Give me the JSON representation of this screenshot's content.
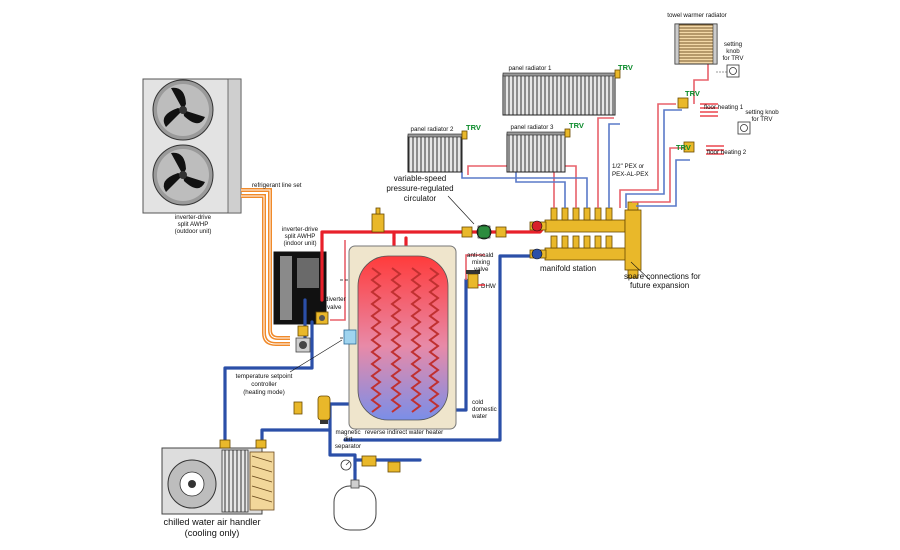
{
  "labels": {
    "outdoor_unit": [
      "inverter-drive",
      "split AWHP",
      "(outdoor unit)"
    ],
    "refrigerant_line": "refrigerant line set",
    "indoor_unit": [
      "inverter-drive",
      "split AWHP",
      "(indoor unit)"
    ],
    "circulator": [
      "variable-speed",
      "pressure-regulated",
      "circulator"
    ],
    "panel_radiator_1": "panel radiator 1",
    "panel_radiator_2": "panel radiator 2",
    "panel_radiator_3": "panel radiator 3",
    "trv": "TRV",
    "towel_warmer": "towel warmer radiator",
    "setting_knob_1": [
      "setting",
      "knob",
      "for TRV"
    ],
    "setting_knob_2": [
      "setting knob",
      "for TRV"
    ],
    "floor_heating_1": "floor heating 1",
    "floor_heating_2": "floor heating 2",
    "pex": [
      "1/2\" PEX or",
      "PEX-AL-PEX"
    ],
    "manifold_station": "manifold station",
    "spare_connections": [
      "spare connections for",
      "future expansion"
    ],
    "diverter_valve": [
      "diverter",
      "valve"
    ],
    "anti_scald": [
      "anti-scald",
      "mixing",
      "valve"
    ],
    "dhw": "DHW",
    "setpoint_controller": [
      "temperature setpoint",
      "controller",
      "(heating mode)"
    ],
    "cold_water": [
      "cold",
      "domestic",
      "water"
    ],
    "water_heater": "reverse indirect water heater",
    "magnetic_separator": [
      "magnetic",
      "dirt",
      "separator"
    ],
    "air_handler": [
      "chilled water air handler",
      "(cooling only)"
    ]
  },
  "colors": {
    "supply": "#e8202a",
    "return": "#2b4fa8",
    "refrigerant": "#f08a2a",
    "brass": "#e9b82a"
  }
}
